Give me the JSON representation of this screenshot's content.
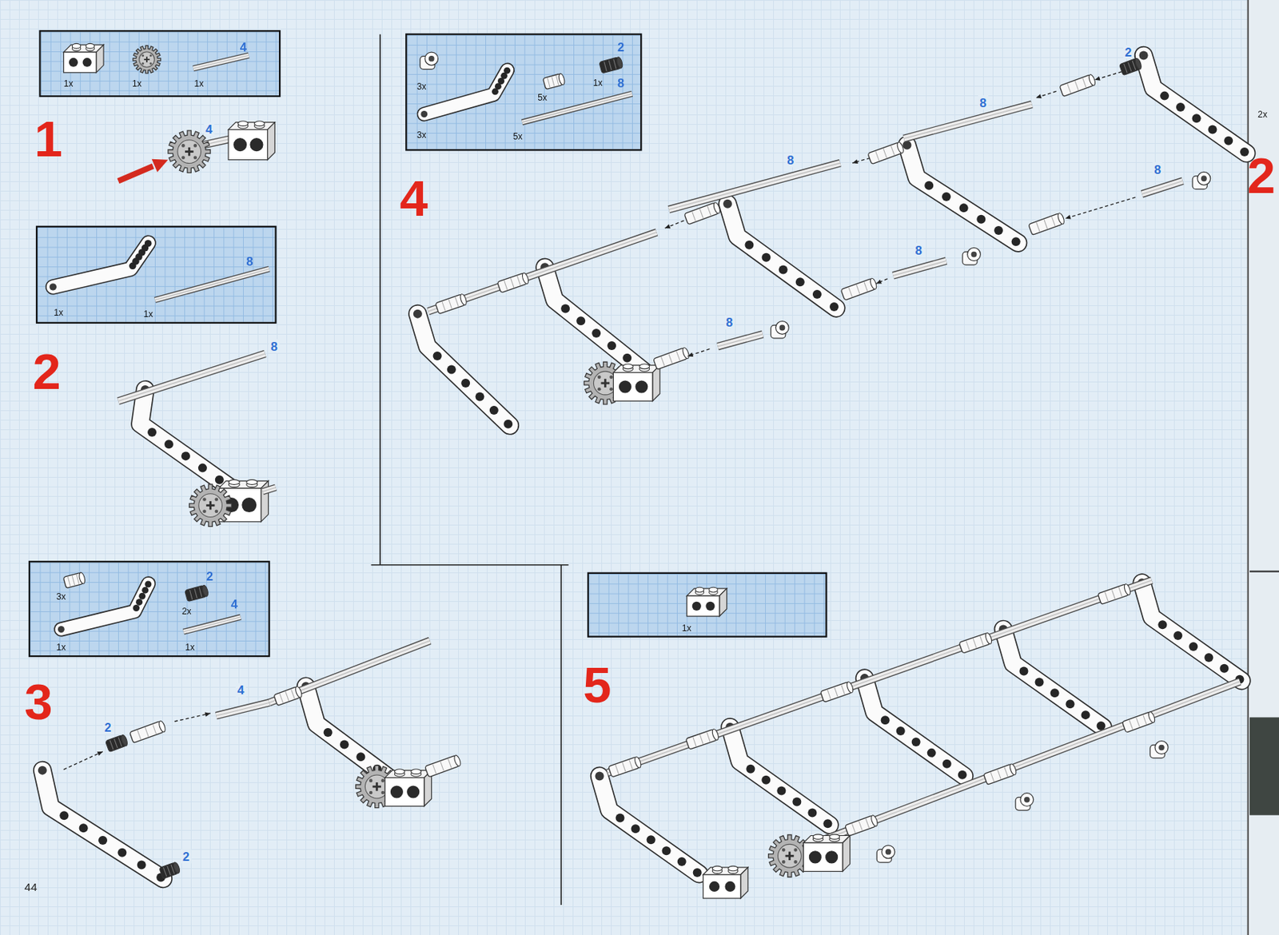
{
  "diagram": {
    "nodes": [
      {
        "text": [
          "1x",
          "1x",
          "4",
          "1x"
        ]
      },
      {
        "text": [
          "1x",
          "8",
          "1x"
        ]
      },
      {
        "text": [
          "3x",
          "1x",
          "2",
          "2x",
          "4",
          "1x"
        ]
      },
      {
        "text": [
          "3x",
          "3x",
          "5x",
          "2",
          "1x",
          "8",
          "5x"
        ]
      },
      {
        "text": [
          "1x"
        ]
      },
      {
        "text": [
          "2x"
        ]
      }
    ],
    "labels": [
      "1",
      "4",
      "2",
      "8",
      "3",
      "2",
      "4",
      "2",
      "4",
      "2",
      "8",
      "8",
      "8",
      "8",
      "8",
      "5",
      "44",
      "2"
    ]
  }
}
